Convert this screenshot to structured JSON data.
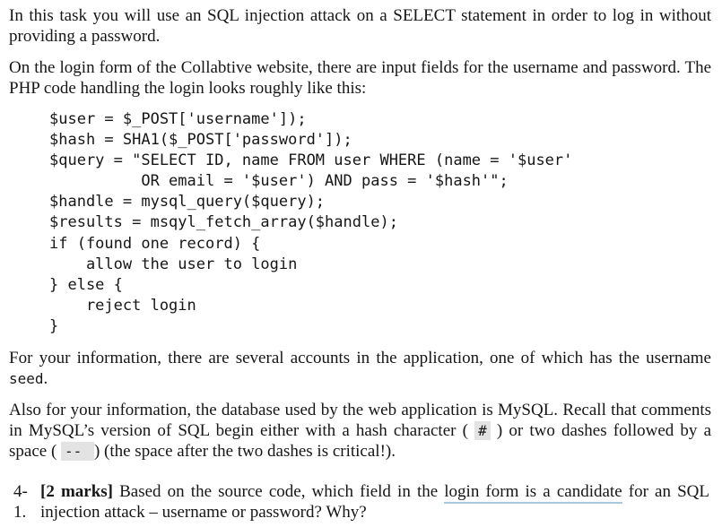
{
  "page": {
    "background_color": "#ffffff",
    "text_color": "#161616",
    "underline_color": "#a6c9db",
    "inline_code_bg": "#e3e3e3"
  },
  "intro": {
    "text": "In this task you will use an SQL injection attack on a SELECT statement in order to log in without providing a password."
  },
  "login_form": {
    "text": "On the login form of the Collabtive website, there are input fields for the username and password. The PHP code handling the login looks roughly like this:"
  },
  "code_block": {
    "language": "php",
    "lines": [
      "$user = $_POST['username']);",
      "$hash = SHA1($_POST['password']);",
      "$query = \"SELECT ID, name FROM user WHERE (name = '$user'",
      "          OR email = '$user') AND pass = '$hash'\";",
      "$handle = mysql_query($query);",
      "$results = msqyl_fetch_array($handle);",
      "if (found one record) {",
      "    allow the user to login",
      "} else {",
      "    reject login",
      "}"
    ]
  },
  "accounts": {
    "before": "For your information, there are several accounts in the application, one of which has the username ",
    "username_code": "seed",
    "after": "."
  },
  "mysql_note": {
    "before_hash": "Also for your information, the database used by the web application is MySQL. Recall that comments in MySQL’s version of SQL begin either with a hash character ( ",
    "hash_token": "#",
    "between": " ) or two dashes followed by a space ( ",
    "dashes_token": "-- ",
    "after": ") (the space after the two dashes is critical!)."
  },
  "question": {
    "number": "4-1.",
    "marks": "[2 marks]",
    "text_before_underline": " Based on the source code, which field in the ",
    "underlined": "login form is a candidate",
    "text_after_underline": " for an SQL injection attack – username or password? Why?"
  }
}
